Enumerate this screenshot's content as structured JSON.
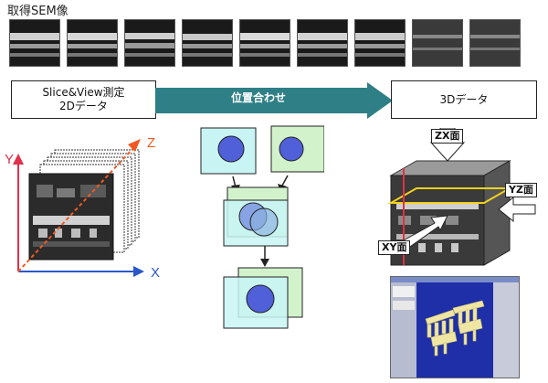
{
  "header": {
    "title": "取得SEM像"
  },
  "thumbnails": {
    "count": 9
  },
  "flow": {
    "source_line1": "Slice&View測定",
    "source_line2": "2Dデータ",
    "arrow_label": "位置合わせ",
    "target_label": "3Dデータ"
  },
  "axes": {
    "y": "Y",
    "z": "Z",
    "x": "X"
  },
  "faces": {
    "zx": "ZX面",
    "yz": "YZ面",
    "xy": "XY面"
  },
  "colors": {
    "arrow": "#2e7f86",
    "axis_y": "#e0304a",
    "axis_z": "#f05a22",
    "axis_x": "#2a57c9",
    "panel_cyan": "#c8f4f4",
    "panel_green": "#d2f2cc",
    "circle": "#5060d8",
    "ui_blue": "#1e2fa8"
  }
}
